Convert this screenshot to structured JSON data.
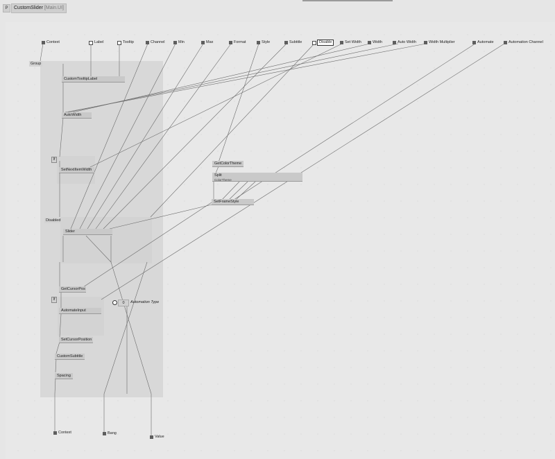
{
  "window": {
    "panel_button": "P",
    "title": "CustomSlider",
    "title_suffix": "[Main.UI]"
  },
  "inputs": [
    {
      "label": "Context"
    },
    {
      "label": "Label",
      "checkbox": true
    },
    {
      "label": "Tooltip",
      "checkbox": true
    },
    {
      "label": "Channel"
    },
    {
      "label": "Min"
    },
    {
      "label": "Max"
    },
    {
      "label": "Format"
    },
    {
      "label": "Style"
    },
    {
      "label": "Subtitle"
    },
    {
      "label": "Disable",
      "checkbox": true
    },
    {
      "label": "Set Width"
    },
    {
      "label": "Width"
    },
    {
      "label": "Auto Width"
    },
    {
      "label": "Width Multiplier"
    },
    {
      "label": "Automate"
    },
    {
      "label": "Automation Channel"
    }
  ],
  "regions": {
    "group": "Group",
    "disabled": "Disabled",
    "if1": "If",
    "if2": "If"
  },
  "nodes": {
    "custom_tooltip_label": "CustomTooltipLabel",
    "auto_width": "AutoWidth",
    "set_next_item_width": "SetNextItemWidth",
    "get_color_theme": "GetColorTheme",
    "split": "Split",
    "split_sub": "ColorTheme",
    "set_frame_style": "SetFrameStyle",
    "slider": "Slider",
    "get_cursor_pos": "GetCursorPos",
    "automate_input": "AutomateInput",
    "set_cursor_position": "SetCursorPosition",
    "custom_subtitle": "CustomSubtitle",
    "spacing": "Spacing"
  },
  "automation": {
    "value": "0",
    "label": "Automation Type"
  },
  "outputs": [
    {
      "label": "Context"
    },
    {
      "label": "Bang"
    },
    {
      "label": "Value"
    }
  ]
}
